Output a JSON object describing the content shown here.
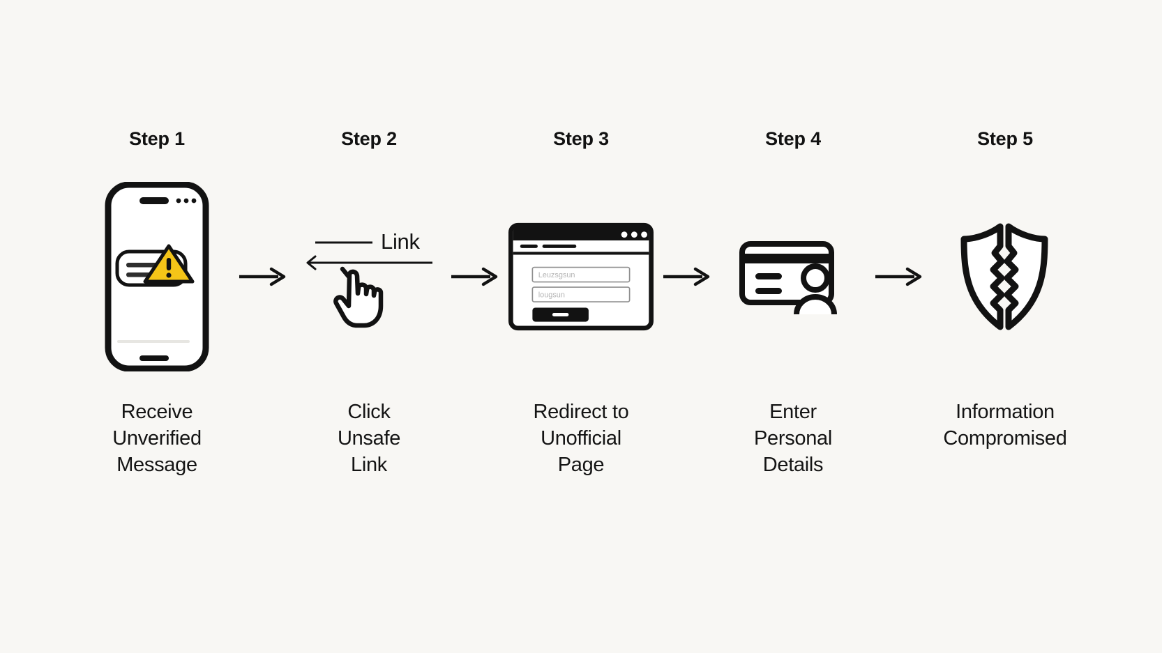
{
  "diagram": {
    "title_prefix": "Step",
    "background_color": "#f8f7f4",
    "ink_color": "#121212",
    "warning_color": "#f5c518",
    "connector_icon": "right-arrow-icon",
    "steps": [
      {
        "index": "1",
        "heading": "Step 1",
        "caption": "Receive\nUnverified\nMessage",
        "icon": "smartphone-warning-message-icon",
        "icon_parts": [
          "phone-frame",
          "notch",
          "camera-dots",
          "message-bubble",
          "warning-triangle",
          "home-indicator"
        ]
      },
      {
        "index": "2",
        "heading": "Step 2",
        "caption": "Click\nUnsafe\nLink",
        "icon": "hand-cursor-click-link-icon",
        "link_label": "Link",
        "icon_parts": [
          "link-underline",
          "left-arrow",
          "pointing-hand-cursor"
        ]
      },
      {
        "index": "3",
        "heading": "Step 3",
        "caption": "Redirect to\nUnofficial\nPage",
        "icon": "browser-login-form-icon",
        "browser": {
          "window_dots": 3,
          "tab_bar_items": 2,
          "field_1_placeholder": "Leuzsgsun",
          "field_2_placeholder": "lougsun",
          "submit_button_label": ""
        },
        "icon_parts": [
          "browser-window",
          "title-bar",
          "tab-bar",
          "input-field",
          "submit-button"
        ]
      },
      {
        "index": "4",
        "heading": "Step 4",
        "caption": "Enter\nPersonal\nDetails",
        "icon": "credit-card-person-icon",
        "icon_parts": [
          "card-body",
          "magnetic-stripe",
          "card-line",
          "person-avatar"
        ]
      },
      {
        "index": "5",
        "heading": "Step 5",
        "caption": "Information\nCompromised",
        "icon": "broken-shield-icon",
        "icon_parts": [
          "shield-left-half",
          "shield-right-half",
          "crack"
        ]
      }
    ]
  }
}
